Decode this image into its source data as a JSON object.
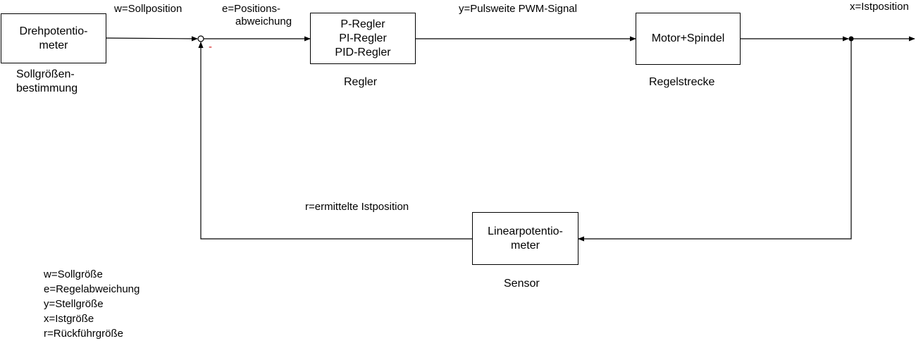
{
  "blocks": {
    "setpoint_device": [
      "Drehpotentio-",
      "meter"
    ],
    "controller": [
      "P-Regler",
      "PI-Regler",
      "PID-Regler"
    ],
    "plant": [
      "Motor+Spindel"
    ],
    "sensor": [
      "Linearpotentio-",
      "meter"
    ]
  },
  "block_captions": {
    "setpoint_device": [
      "Sollgrößen-",
      "bestimmung"
    ],
    "controller": "Regler",
    "plant": "Regelstrecke",
    "sensor": "Sensor"
  },
  "signals": {
    "w": "w=Sollposition",
    "e": [
      "e=Positions-",
      "abweichung"
    ],
    "y": "y=Pulsweite PWM-Signal",
    "x": "x=Istposition",
    "r": "r=ermittelte Istposition"
  },
  "summing_point": {
    "feedback_sign": "-"
  },
  "legend": [
    "w=Sollgröße",
    "e=Regelabweichung",
    "y=Stellgröße",
    "x=Istgröße",
    "r=Rückführgröße"
  ],
  "colors": {
    "line": "#000000",
    "minus_sign": "#d11a1a"
  }
}
